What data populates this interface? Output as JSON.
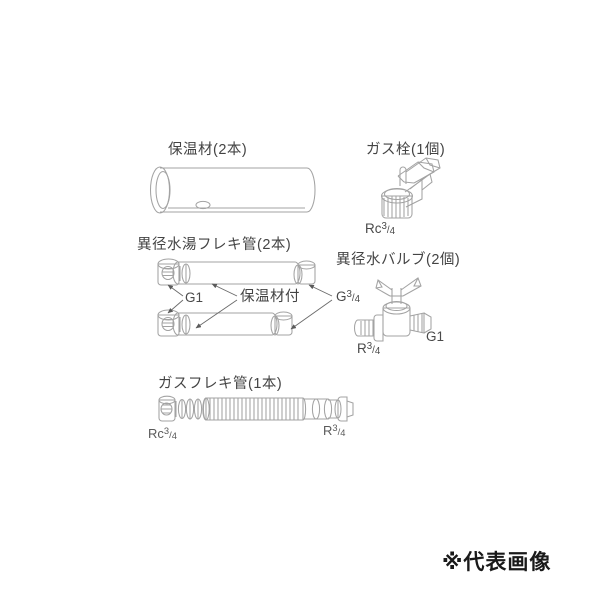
{
  "image": {
    "type": "technical-parts-illustration",
    "background_color": "#ffffff",
    "line_color": "#9a9a9a",
    "text_color": "#444444",
    "watermark_color": "#1a1a1a"
  },
  "watermark": {
    "text": "※代表画像"
  },
  "parts": {
    "insulation": {
      "title": "保温材(2本)",
      "icon": "insulation-tube-icon"
    },
    "gas_cock": {
      "title": "ガス栓(1個)",
      "spec_prefix": "Rc",
      "spec_numerator": "3",
      "spec_denominator": "4",
      "icon": "gas-cock-valve-icon"
    },
    "water_flex_pipe": {
      "title": "異径水湯フレキ管(2本)",
      "callout_left": "G1",
      "callout_center": "保温材付",
      "callout_right_prefix": "G",
      "callout_right_numerator": "3",
      "callout_right_denominator": "4",
      "icon": "flexible-pipe-icon"
    },
    "water_valve": {
      "title": "異径水バルブ(2個)",
      "spec_bottom_prefix": "R",
      "spec_bottom_numerator": "3",
      "spec_bottom_denominator": "4",
      "spec_right": "G1",
      "icon": "butterfly-handle-valve-icon"
    },
    "gas_flex_pipe": {
      "title": "ガスフレキ管(1本)",
      "spec_left_prefix": "Rc",
      "spec_left_numerator": "3",
      "spec_left_denominator": "4",
      "spec_right_prefix": "R",
      "spec_right_numerator": "3",
      "spec_right_denominator": "4",
      "icon": "corrugated-gas-hose-icon"
    }
  }
}
